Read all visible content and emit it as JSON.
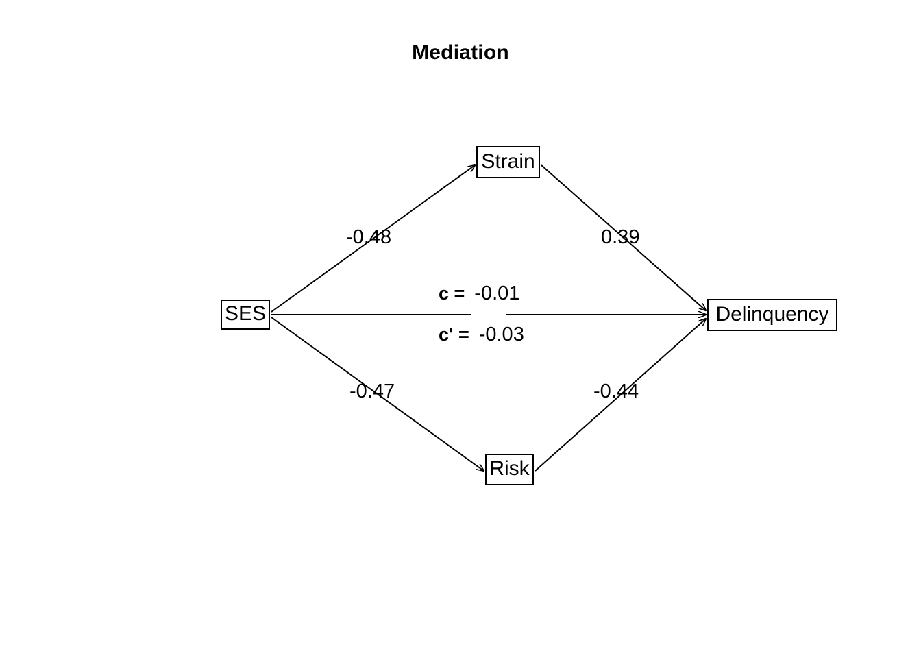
{
  "title": "Mediation",
  "nodes": {
    "predictor": {
      "label": "SES"
    },
    "mediator_top": {
      "label": "Strain"
    },
    "mediator_bottom": {
      "label": "Risk"
    },
    "outcome": {
      "label": "Delinquency"
    }
  },
  "paths": {
    "ses_to_strain": {
      "label": "-0.48"
    },
    "strain_to_delinquency": {
      "label": "0.39"
    },
    "ses_to_risk": {
      "label": "-0.47"
    },
    "risk_to_delinquency": {
      "label": "-0.44"
    },
    "direct_total": {
      "key": "c =",
      "value": "-0.01"
    },
    "direct_partial": {
      "key": "c' =",
      "value": "-0.03"
    }
  },
  "style": {
    "line_color": "#000000",
    "text_color": "#000000",
    "background": "#ffffff"
  },
  "chart_data": {
    "type": "diagram",
    "title": "Mediation",
    "diagram_kind": "path-mediation-model",
    "nodes": [
      "SES",
      "Strain",
      "Risk",
      "Delinquency"
    ],
    "edges": [
      {
        "from": "SES",
        "to": "Strain",
        "coefficient": -0.48,
        "label": "-0.48"
      },
      {
        "from": "Strain",
        "to": "Delinquency",
        "coefficient": 0.39,
        "label": "0.39"
      },
      {
        "from": "SES",
        "to": "Risk",
        "coefficient": -0.47,
        "label": "-0.47"
      },
      {
        "from": "Risk",
        "to": "Delinquency",
        "coefficient": -0.44,
        "label": "-0.44"
      },
      {
        "from": "SES",
        "to": "Delinquency",
        "coefficient": -0.01,
        "label": "c =  -0.01",
        "type": "total-effect"
      },
      {
        "from": "SES",
        "to": "Delinquency",
        "coefficient": -0.03,
        "label": "c' =  -0.03",
        "type": "direct-effect"
      }
    ]
  }
}
